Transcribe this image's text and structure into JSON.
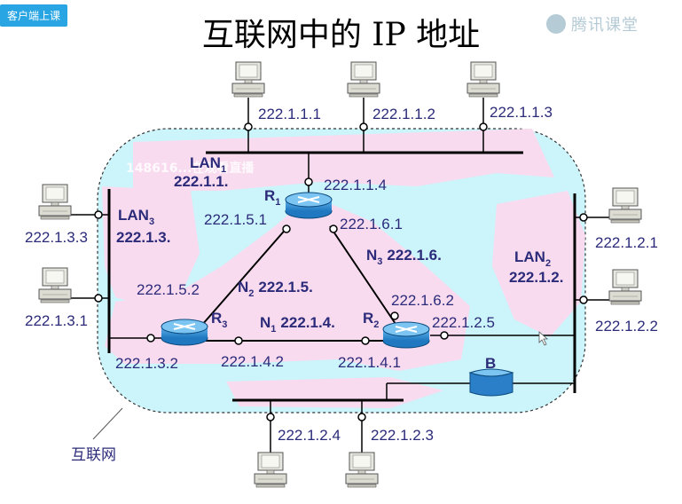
{
  "header": {
    "client_button": "客户端上课",
    "title": "互联网中的 IP 地址",
    "logo_text": "腾讯课堂"
  },
  "watermark": "148616...在观看直播",
  "internet_label": "互联网",
  "networks": {
    "lan1": {
      "name": "LAN",
      "sub": "1",
      "prefix": "222.1.1."
    },
    "lan2": {
      "name": "LAN",
      "sub": "2",
      "prefix": "222.1.2."
    },
    "lan3": {
      "name": "LAN",
      "sub": "3",
      "prefix": "222.1.3."
    },
    "n1": {
      "name": "N",
      "sub": "1",
      "prefix": "222.1.4."
    },
    "n2": {
      "name": "N",
      "sub": "2",
      "prefix": "222.1.5."
    },
    "n3": {
      "name": "N",
      "sub": "3",
      "prefix": "222.1.6."
    }
  },
  "routers": {
    "r1": {
      "name": "R",
      "sub": "1"
    },
    "r2": {
      "name": "R",
      "sub": "2"
    },
    "r3": {
      "name": "R",
      "sub": "3"
    }
  },
  "bridge_label": "B",
  "hosts": {
    "h111": "222.1.1.1",
    "h112": "222.1.1.2",
    "h113": "222.1.1.3",
    "h121": "222.1.2.1",
    "h122": "222.1.2.2",
    "h123": "222.1.2.3",
    "h124": "222.1.2.4",
    "h133": "222.1.3.3",
    "h131": "222.1.3.1"
  },
  "interfaces": {
    "r1_lan1": "222.1.1.4",
    "r1_n2": "222.1.5.1",
    "r1_n3": "222.1.6.1",
    "r2_n3": "222.1.6.2",
    "r2_lan2": "222.1.2.5",
    "r2_n1": "222.1.4.1",
    "r3_n2": "222.1.5.2",
    "r3_lan3": "222.1.3.2",
    "r3_n1": "222.1.4.2"
  },
  "colors": {
    "cloud": "#ccf4fb",
    "blob": "#f9dbef",
    "router": "#2c8fd4",
    "bridge": "#2a7fc8",
    "text": "#2b2b7a"
  }
}
